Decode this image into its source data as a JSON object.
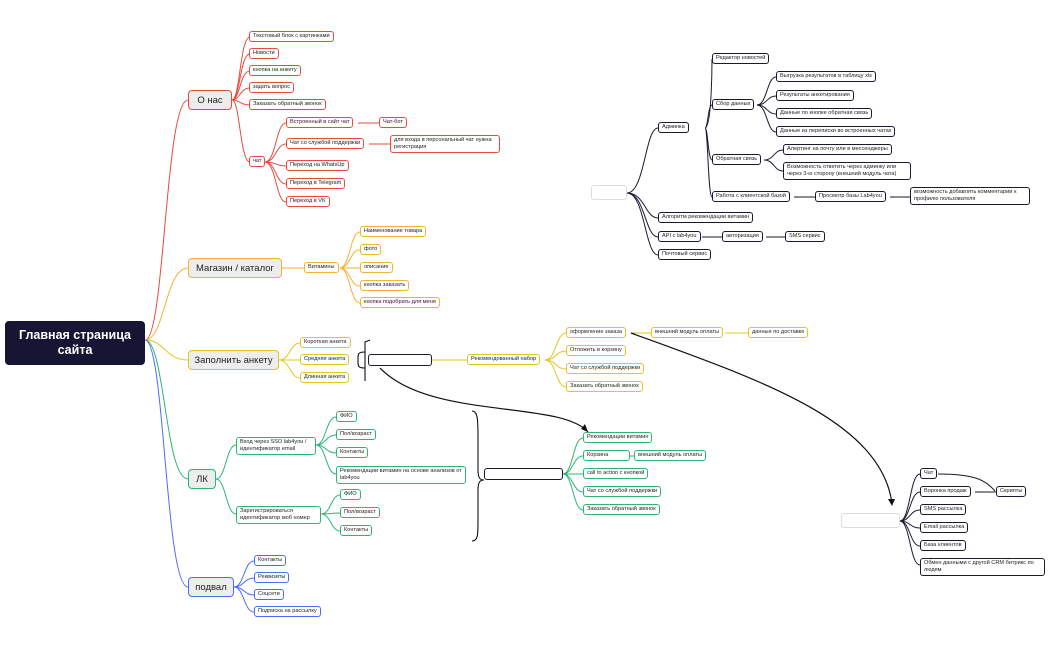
{
  "root": "Главная страница сайта",
  "about": {
    "title": "О нас",
    "items": [
      "Текстовый блок с картинками",
      "Новости",
      "кнопка на анкету",
      "задать вопрос",
      "Заказать обратный звонок"
    ],
    "chat": {
      "label": "чат",
      "embedded": "Встроенный в сайт чат",
      "chatbot": "Чат-бот",
      "support": "Чат со службой поддержки",
      "support_note": "для входа в персональный чат нужна регистрация",
      "whatsapp": "Переход на WhatsUp",
      "telegram": "Переход в Telegram",
      "vk": "Переход в VK"
    }
  },
  "shop": {
    "title": "Магазин / каталог",
    "vitamins": "Витамины",
    "items": [
      "Наименование товара",
      "фото",
      "описание",
      "кнопка заказать",
      "кнопка подобрать для меня"
    ]
  },
  "survey": {
    "title": "Заполнить анкету",
    "items": [
      "Короткая анкета",
      "Средняя анкета",
      "Длинная анкета"
    ],
    "recommended": "Рекомендованный набор",
    "order": "оформление заказа",
    "payment": "внешний модуль оплаты",
    "delivery": "данные по доставке",
    "actions": [
      "Отложить в корзину",
      "Чат со службой поддержки",
      "Заказать обратный звонок"
    ]
  },
  "lk": {
    "title": "ЛК",
    "sso": "Вход через SSO lab4you / идентификатор email",
    "sso_items": [
      "ФИО",
      "Пол/возраст",
      "Контакты",
      "Рекомендации витамин на основе анализов от lab4you"
    ],
    "register": "Зарегистрироваться идентификатор моб номер",
    "reg_items": [
      "ФИО",
      "Пол/возраст",
      "Контакты"
    ],
    "right": {
      "recs": "Рекомендации витамин",
      "cart": "Корзина",
      "payment": "внешний модуль оплаты",
      "cta": "call to action с кнопкой",
      "support": "Чат со службой поддержки",
      "callback": "Заказать обратный звонок"
    }
  },
  "footer": {
    "title": "подвал",
    "items": [
      "Контакты",
      "Реквизиты",
      "Соцсети",
      "Подписка на рассылку"
    ]
  },
  "backend": {
    "admin": "Админка",
    "news_editor": "Редактор новостей",
    "data_collection": "Сбор данных",
    "dc_items": [
      "Выгрузка результатов в таблицу xls",
      "Результаты анкетирования",
      "Данные по кнопке обратная связь",
      "Данные из переписки во встроенных чатах"
    ],
    "feedback": "Обратная связь",
    "fb_items": [
      "Алертинг на почту или в мессенджеры",
      "Возможность ответить через админку или через 3-ю сторону (внешний модуль чата)"
    ],
    "client_base": "Работа с клиентской базой",
    "view_base": "Просмотр базы Lab4you",
    "add_comments": "возможность добавлять комментарии к профилю пользователя",
    "algorithms": "Алгоритм рекомендации витамин",
    "api": "API с lab4you",
    "auth": "авторизация",
    "sms": "SMS сервис",
    "mail": "Почтовый сервис"
  },
  "crm": {
    "items": [
      "Чат",
      "Воронка продаж",
      "SMS рассылка",
      "Email рассылка",
      "База клиентов",
      "Обмен данными с другой CRM битрикс по людям"
    ],
    "scripts": "Скрипты"
  }
}
